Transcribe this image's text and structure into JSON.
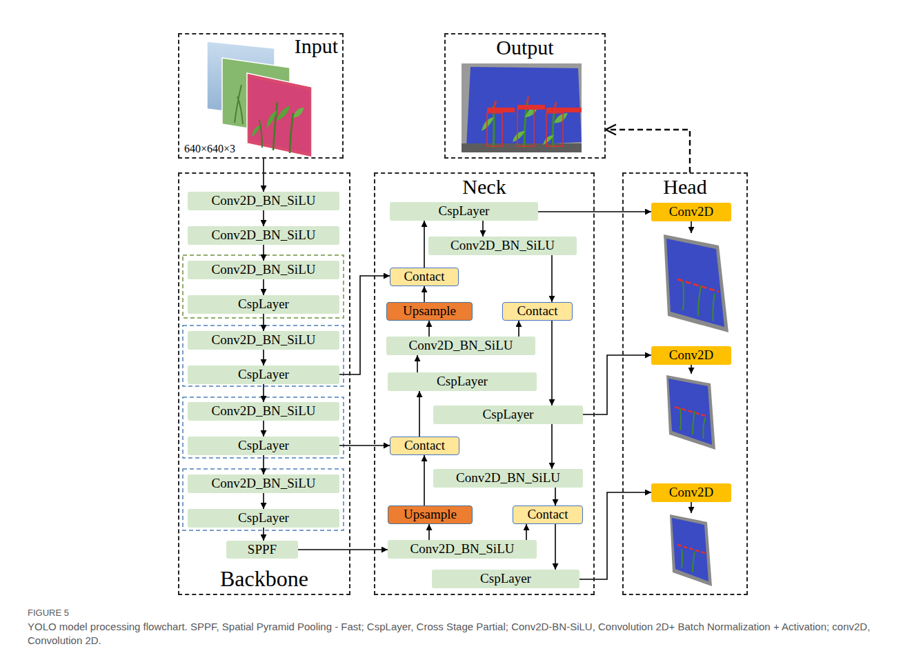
{
  "diagram": {
    "caption": "YOLO model processing flowchart. SPPF, Spatial Pyramid Pooling - Fast; CspLayer, Cross Stage Partial; Conv2D-BN-SiLU, Convolution 2D+ Batch Normalization + Activation; conv2D, Convolution 2D.",
    "nodes": [
      {
        "text": [
          "Input",
          "640×640×3"
        ]
      },
      {
        "text": [
          "Output"
        ]
      },
      {
        "text": [
          "Backbone"
        ]
      },
      {
        "text": [
          "Conv2D_BN_SiLU"
        ],
        "in": 2
      },
      {
        "text": [
          "Conv2D_BN_SiLU"
        ],
        "in": 2
      },
      {
        "text": [
          "Conv2D_BN_SiLU"
        ],
        "in": 2
      },
      {
        "text": [
          "CspLayer"
        ],
        "in": 2
      },
      {
        "text": [
          "Conv2D_BN_SiLU"
        ],
        "in": 2
      },
      {
        "text": [
          "CspLayer"
        ],
        "in": 2
      },
      {
        "text": [
          "Conv2D_BN_SiLU"
        ],
        "in": 2
      },
      {
        "text": [
          "CspLayer"
        ],
        "in": 2
      },
      {
        "text": [
          "Conv2D_BN_SiLU"
        ],
        "in": 2
      },
      {
        "text": [
          "CspLayer"
        ],
        "in": 2
      },
      {
        "text": [
          "SPPF"
        ],
        "in": 2
      },
      {
        "text": [
          "Neck"
        ]
      },
      {
        "text": [
          "CspLayer"
        ],
        "in": 14
      },
      {
        "text": [
          "Conv2D_BN_SiLU"
        ],
        "in": 14
      },
      {
        "text": [
          "Contact"
        ],
        "in": 14
      },
      {
        "text": [
          "Upsample"
        ],
        "in": 14
      },
      {
        "text": [
          "Contact"
        ],
        "in": 14
      },
      {
        "text": [
          "Conv2D_BN_SiLU"
        ],
        "in": 14
      },
      {
        "text": [
          "CspLayer"
        ],
        "in": 14
      },
      {
        "text": [
          "CspLayer"
        ],
        "in": 14
      },
      {
        "text": [
          "Contact"
        ],
        "in": 14
      },
      {
        "text": [
          "Conv2D_BN_SiLU"
        ],
        "in": 14
      },
      {
        "text": [
          "Upsample"
        ],
        "in": 14
      },
      {
        "text": [
          "Contact"
        ],
        "in": 14
      },
      {
        "text": [
          "Conv2D_BN_SiLU"
        ],
        "in": 14
      },
      {
        "text": [
          "CspLayer"
        ],
        "in": 14
      },
      {
        "text": [
          "Head"
        ]
      },
      {
        "text": [
          "Conv2D"
        ],
        "in": 29
      },
      {
        "text": [
          "Conv2D"
        ],
        "in": 29
      },
      {
        "text": [
          "Conv2D"
        ],
        "in": 29
      }
    ],
    "edges": [
      {
        "from": 0,
        "to": 3,
        "arrow": "to"
      },
      {
        "from": 3,
        "to": 4,
        "arrow": "to"
      },
      {
        "from": 4,
        "to": 5,
        "arrow": "to"
      },
      {
        "from": 5,
        "to": 6,
        "arrow": "to"
      },
      {
        "from": 6,
        "to": 7,
        "arrow": "to"
      },
      {
        "from": 7,
        "to": 8,
        "arrow": "to"
      },
      {
        "from": 8,
        "to": 9,
        "arrow": "to"
      },
      {
        "from": 9,
        "to": 10,
        "arrow": "to"
      },
      {
        "from": 10,
        "to": 11,
        "arrow": "to"
      },
      {
        "from": 11,
        "to": 12,
        "arrow": "to"
      },
      {
        "from": 12,
        "to": 13,
        "arrow": "to"
      },
      {
        "from": 13,
        "to": 27,
        "arrow": "to"
      },
      {
        "from": 27,
        "to": 25,
        "arrow": "to"
      },
      {
        "from": 27,
        "to": 26,
        "arrow": "to"
      },
      {
        "from": 25,
        "to": 23,
        "arrow": "to"
      },
      {
        "from": 10,
        "to": 23,
        "arrow": "to"
      },
      {
        "from": 23,
        "to": 21,
        "arrow": "to"
      },
      {
        "from": 21,
        "to": 20,
        "arrow": "to"
      },
      {
        "from": 20,
        "to": 18,
        "arrow": "to"
      },
      {
        "from": 20,
        "to": 19,
        "arrow": "to"
      },
      {
        "from": 18,
        "to": 17,
        "arrow": "to"
      },
      {
        "from": 8,
        "to": 17,
        "arrow": "to"
      },
      {
        "from": 17,
        "to": 15,
        "arrow": "to"
      },
      {
        "from": 15,
        "to": 16,
        "arrow": "to"
      },
      {
        "from": 16,
        "to": 19,
        "arrow": "to"
      },
      {
        "from": 19,
        "to": 22,
        "arrow": "to"
      },
      {
        "from": 22,
        "to": 24,
        "arrow": "to"
      },
      {
        "from": 24,
        "to": 26,
        "arrow": "to"
      },
      {
        "from": 26,
        "to": 28,
        "arrow": "to"
      },
      {
        "from": 15,
        "to": 30,
        "arrow": "to"
      },
      {
        "from": 22,
        "to": 31,
        "arrow": "to"
      },
      {
        "from": 28,
        "to": 32,
        "arrow": "to"
      },
      {
        "from": 29,
        "to": 1,
        "arrow": "to"
      }
    ],
    "labels": [
      "FIGURE 5"
    ]
  }
}
